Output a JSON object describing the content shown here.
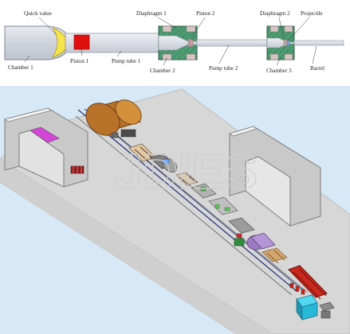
{
  "diagram": {
    "labels": {
      "quick_valve": "Quick value",
      "chamber_1": "Chamber 1",
      "piston_1": "Piston 1",
      "pump_tube_1": "Pump tube 1",
      "diaphragm_1": "Diaphragm 1",
      "piston_2": "Piston 2",
      "chamber_2": "Chamber 2",
      "pump_tube_2": "Pump tube 2",
      "diaphragm_2": "Diaphragm 2",
      "projectile": "Projectile",
      "chamber_3": "Chamber 3",
      "barrel": "Barrel"
    }
  },
  "render": {
    "watermark": "JDIES"
  },
  "colors": {
    "tube_fill": "#dde0e7",
    "block_green": "#4d9d72",
    "piston_red": "#e01010",
    "valve_yellow": "#f3e34c",
    "floor": "#d7d7d7",
    "wall": "#c7c7c7",
    "tank_orange": "#b8722a",
    "machine_red": "#c8281d",
    "cyan_box": "#27b7d7"
  }
}
